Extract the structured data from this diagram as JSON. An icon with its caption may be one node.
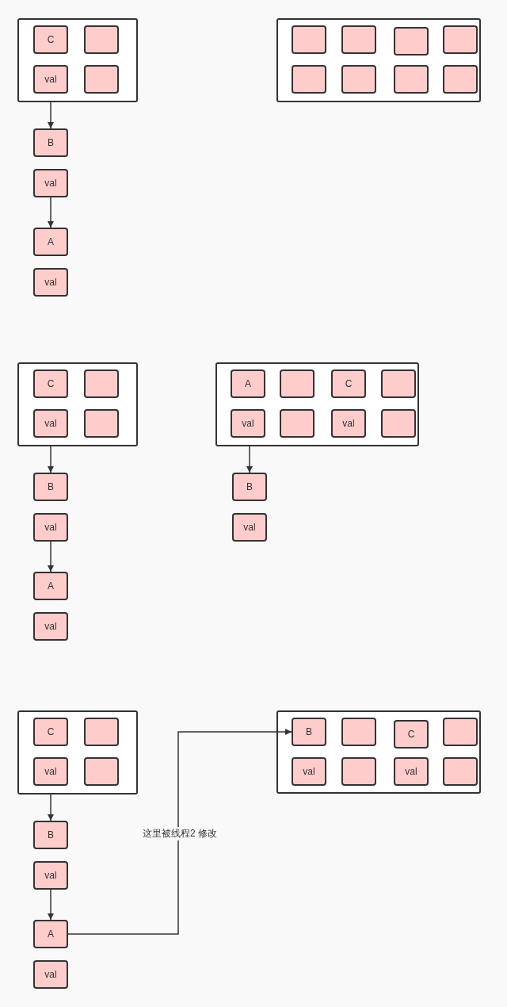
{
  "diagram": {
    "nodes": [
      {
        "text": [],
        "shape": "box"
      },
      {
        "text": [
          "C"
        ],
        "in": 0
      },
      {
        "text": [],
        "shape": "box",
        "in": 0
      },
      {
        "text": [
          "val"
        ],
        "in": 0
      },
      {
        "text": [],
        "shape": "box",
        "in": 0
      },
      {
        "text": [],
        "shape": "box"
      },
      {
        "text": [],
        "shape": "box",
        "in": 5
      },
      {
        "text": [],
        "shape": "box",
        "in": 5
      },
      {
        "text": [],
        "shape": "box",
        "in": 5
      },
      {
        "text": [],
        "shape": "box",
        "in": 5
      },
      {
        "text": [],
        "shape": "box",
        "in": 5
      },
      {
        "text": [],
        "shape": "box",
        "in": 5
      },
      {
        "text": [],
        "shape": "box",
        "in": 5
      },
      {
        "text": [],
        "shape": "box",
        "in": 5
      },
      {
        "text": [
          "B"
        ]
      },
      {
        "text": [
          "val"
        ]
      },
      {
        "text": [
          "A"
        ]
      },
      {
        "text": [
          "val"
        ]
      },
      {
        "text": [],
        "shape": "box"
      },
      {
        "text": [
          "C"
        ],
        "in": 18
      },
      {
        "text": [],
        "shape": "box",
        "in": 18
      },
      {
        "text": [
          "val"
        ],
        "in": 18
      },
      {
        "text": [],
        "shape": "box",
        "in": 18
      },
      {
        "text": [],
        "shape": "box"
      },
      {
        "text": [
          "A"
        ],
        "in": 23
      },
      {
        "text": [],
        "shape": "box",
        "in": 23
      },
      {
        "text": [
          "C"
        ],
        "in": 23
      },
      {
        "text": [],
        "shape": "box",
        "in": 23
      },
      {
        "text": [
          "val"
        ],
        "in": 23
      },
      {
        "text": [],
        "shape": "box",
        "in": 23
      },
      {
        "text": [
          "val"
        ],
        "in": 23
      },
      {
        "text": [],
        "shape": "box",
        "in": 23
      },
      {
        "text": [
          "B"
        ]
      },
      {
        "text": [
          "val"
        ]
      },
      {
        "text": [
          "A"
        ]
      },
      {
        "text": [
          "val"
        ]
      },
      {
        "text": [
          "B"
        ]
      },
      {
        "text": [
          "val"
        ]
      },
      {
        "text": [],
        "shape": "box"
      },
      {
        "text": [
          "C"
        ],
        "in": 38
      },
      {
        "text": [],
        "shape": "box",
        "in": 38
      },
      {
        "text": [
          "val"
        ],
        "in": 38
      },
      {
        "text": [],
        "shape": "box",
        "in": 38
      },
      {
        "text": [],
        "shape": "box"
      },
      {
        "text": [
          "B"
        ],
        "in": 43
      },
      {
        "text": [],
        "shape": "box",
        "in": 43
      },
      {
        "text": [
          "C"
        ],
        "in": 43
      },
      {
        "text": [],
        "shape": "box",
        "in": 43
      },
      {
        "text": [
          "val"
        ],
        "in": 43
      },
      {
        "text": [],
        "shape": "box",
        "in": 43
      },
      {
        "text": [
          "val"
        ],
        "in": 43
      },
      {
        "text": [],
        "shape": "box",
        "in": 43
      },
      {
        "text": [
          "B"
        ]
      },
      {
        "text": [
          "val"
        ]
      },
      {
        "text": [
          "A"
        ]
      },
      {
        "text": [
          "val"
        ]
      }
    ],
    "edges": [
      {
        "from": 0,
        "to": 14,
        "arrow": "to"
      },
      {
        "from": 15,
        "to": 16,
        "arrow": "to"
      },
      {
        "from": 18,
        "to": 32,
        "arrow": "to"
      },
      {
        "from": 33,
        "to": 34,
        "arrow": "to"
      },
      {
        "from": 23,
        "to": 36,
        "arrow": "to"
      },
      {
        "from": 38,
        "to": 52,
        "arrow": "to"
      },
      {
        "from": 53,
        "to": 54,
        "arrow": "to"
      },
      {
        "from": 54,
        "to": 44,
        "arrow": "to",
        "label": "这里被线程2 修改"
      }
    ]
  }
}
